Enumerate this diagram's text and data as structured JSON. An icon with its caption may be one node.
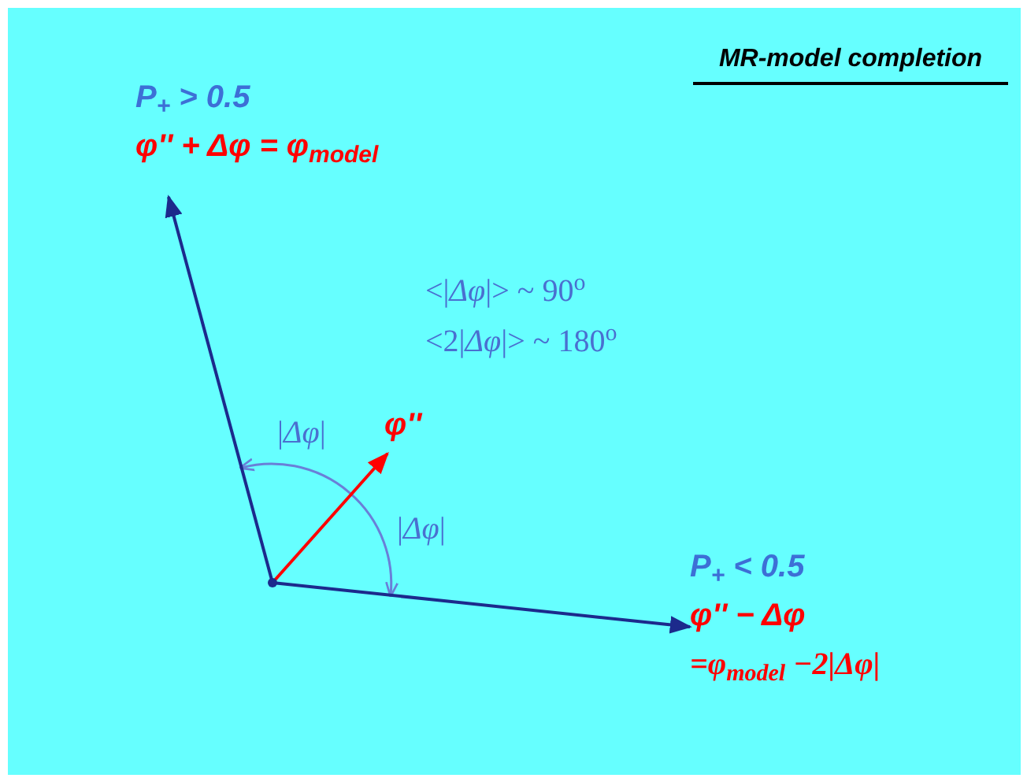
{
  "diagram": {
    "title": "MR-model completion",
    "nodes": [
      {
        "text": [
          "P$_{+}$ > 0.5",
          "φ'' + Δφ = φ$_{model}$"
        ]
      },
      {
        "text": [
          "φ''"
        ]
      },
      {
        "text": [
          "P$_{+}$ < 0.5",
          "φ'' − Δφ",
          "=φ$_{model}$ −2|Δφ|"
        ]
      },
      {
        "text": [],
        "shape": "dot"
      }
    ],
    "edges": [
      {
        "from": 3,
        "to": 0,
        "arrow": "to"
      },
      {
        "from": 3,
        "to": 1,
        "arrow": "to",
        "color": "#ff0000"
      },
      {
        "from": 3,
        "to": 2,
        "arrow": "to"
      }
    ],
    "labels": [
      "<|*Δφ*|> ~ 90$^{o}$",
      "<2|*Δφ*|> ~ 180$^{o}$",
      "|*Δφ*|",
      "|*Δφ*|"
    ]
  }
}
